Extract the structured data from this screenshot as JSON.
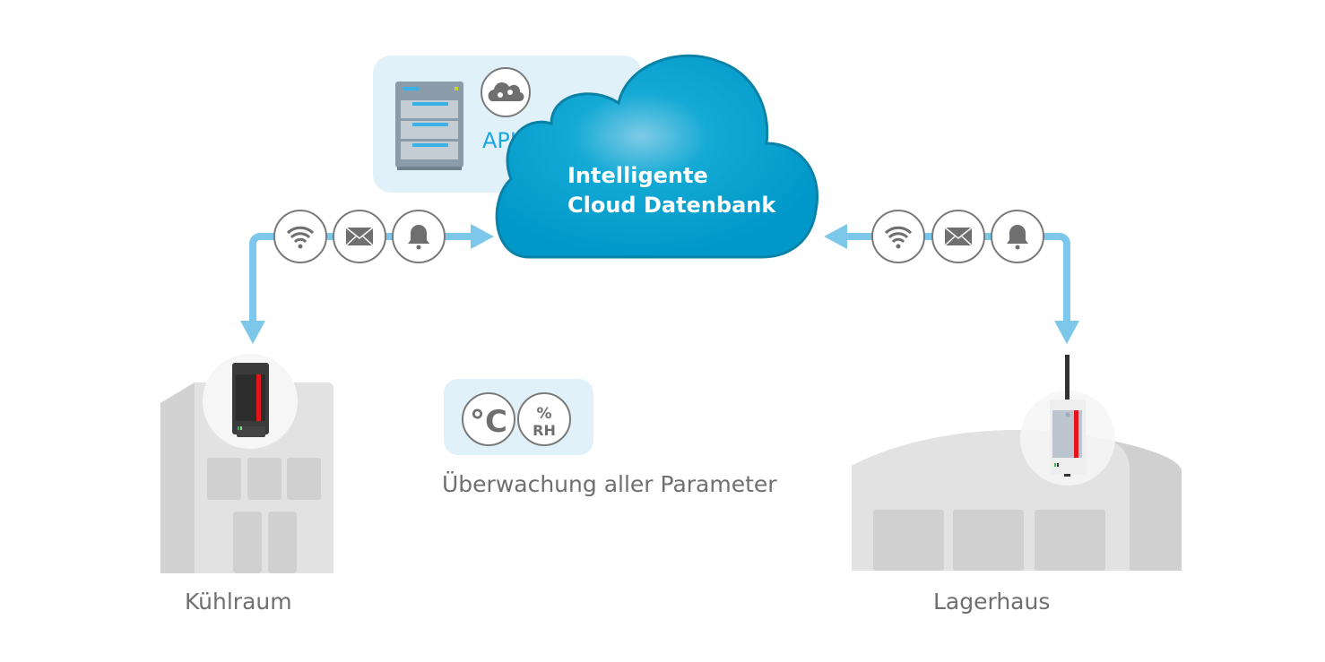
{
  "cloud": {
    "line1": "Intelligente",
    "line2": "Cloud Datenbank"
  },
  "api": {
    "label": "API",
    "icons": [
      "server-icon",
      "cloud-gears-icon"
    ]
  },
  "left_link": {
    "icons": [
      "wifi-icon",
      "envelope-icon",
      "bell-icon"
    ]
  },
  "right_link": {
    "icons": [
      "wifi-icon",
      "envelope-icon",
      "bell-icon"
    ]
  },
  "parameters": {
    "celsius": "°C",
    "percent": "%",
    "rh": "RH",
    "caption": "Überwachung aller Parameter"
  },
  "sites": {
    "left": "Kühlraum",
    "right": "Lagerhaus"
  },
  "colors": {
    "cloud": "#00a3cc",
    "arrow": "#7dc8ea",
    "panel": "#e1f1f9",
    "api_text": "#1aa9e0",
    "sensor_stripe": "#e3141b"
  }
}
